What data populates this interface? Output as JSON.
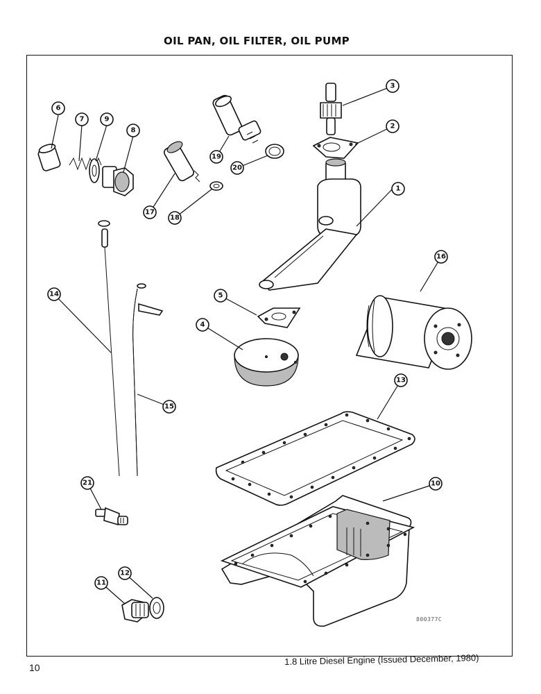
{
  "page": {
    "title": "OIL PAN, OIL FILTER, OIL PUMP",
    "page_number": "10",
    "footer": "1.8 Litre Diesel Engine (Issued December, 1980)",
    "drawing_code": "800377C"
  },
  "callouts": [
    "1",
    "2",
    "3",
    "4",
    "5",
    "6",
    "7",
    "8",
    "9",
    "10",
    "11",
    "12",
    "13",
    "14",
    "15",
    "16",
    "17",
    "18",
    "19",
    "20",
    "21"
  ]
}
